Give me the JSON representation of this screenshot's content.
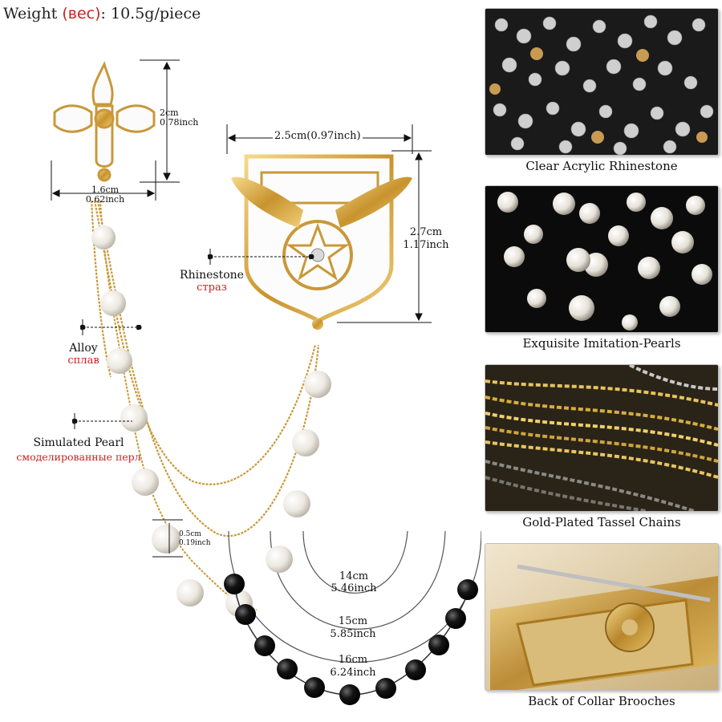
{
  "weight": {
    "prefix": "Weight ",
    "russian": "(вес)",
    "suffix": ": 10.5g/piece"
  },
  "dimensions": {
    "cross_height_cm": "2cm",
    "cross_height_inch": "0.78inch",
    "cross_width_cm": "1.6cm",
    "cross_width_inch": "0.62inch",
    "shield_width": "2.5cm(0.97inch)",
    "shield_height_cm": "2.7cm",
    "shield_height_inch": "1.17inch",
    "pearl_cm": "0.5cm",
    "pearl_inch": "0.19inch"
  },
  "callouts": {
    "rhinestone_en": "Rhinestone",
    "rhinestone_ru": "страз",
    "alloy_en": "Alloy",
    "alloy_ru": "сплав",
    "pearl_en": "Simulated Pearl",
    "pearl_ru": "смоделированные перл"
  },
  "chain_lengths": [
    {
      "cm": "14cm",
      "inch": "5.46inch"
    },
    {
      "cm": "15cm",
      "inch": "5.85inch"
    },
    {
      "cm": "16cm",
      "inch": "6.24inch"
    }
  ],
  "panels": [
    {
      "caption": "Clear Acrylic Rhinestone"
    },
    {
      "caption": "Exquisite Imitation-Pearls"
    },
    {
      "caption": "Gold-Plated Tassel Chains"
    },
    {
      "caption": "Back of Collar Brooches"
    }
  ]
}
